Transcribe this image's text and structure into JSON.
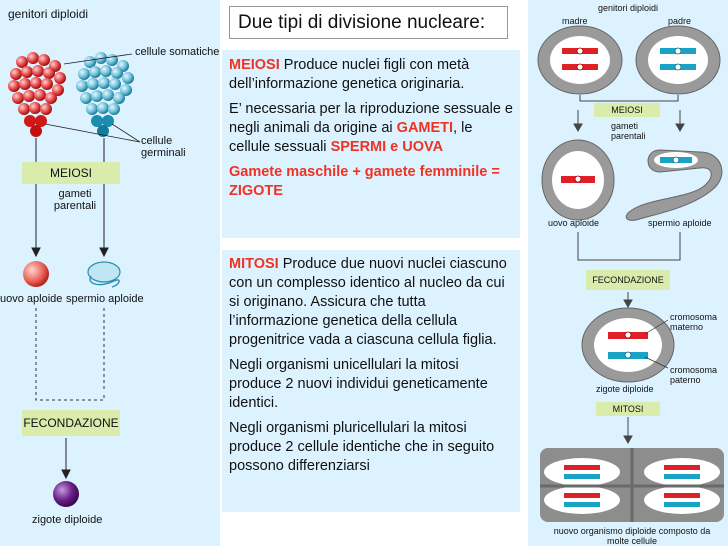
{
  "slide": {
    "title": "Due tipi di divisione nucleare:",
    "meiosi_box": {
      "heading": "MEIOSI",
      "line1": "Produce nuclei figli con metà dell’informazione genetica originaria.",
      "line2_a": "E’ necessaria per la riproduzione sessuale e negli animali da origine ai",
      "gameti": "GAMETI",
      "line2_b": ", le cellule sessuali",
      "spermi": "SPERMI e UOVA",
      "zigote_line": "Gamete maschile + gamete femminile = ZIGOTE"
    },
    "mitosi_box": {
      "heading": "MITOSI",
      "line1": "Produce due nuovi nuclei ciascuno con un complesso identico al nucleo da cui si originano. Assicura che tutta l’informazione genetica della cellula progenitrice vada a ciascuna cellula figlia.",
      "line2": "Negli organismi unicellulari la mitosi produce 2 nuovi individui geneticamente identici.",
      "line3": "Negli organismi pluricellulari la mitosi produce 2 cellule identiche che in seguito possono differenziarsi"
    }
  },
  "left_diagram": {
    "genitori": "genitori diploidi",
    "somatiche": "cellule somatiche",
    "germinali": "cellule germinali",
    "meiosi": "MEIOSI",
    "gameti": "gameti parentali",
    "uovo": "uovo aploide",
    "spermio": "spermio aploide",
    "fecondazione": "FECONDAZIONE",
    "zigote": "zigote diploide"
  },
  "right_diagram": {
    "genitori": "genitori diploidi",
    "madre": "madre",
    "padre": "padre",
    "meiosi": "MEIOSI",
    "gameti": "gameti parentali",
    "uovo": "uovo aploide",
    "spermio": "spermio aploide",
    "fecondazione": "FECONDAZIONE",
    "crom_materno": "cromosoma materno",
    "crom_paterno": "cromosoma paterno",
    "zigote": "zigote diploide",
    "mitosi": "MITOSI",
    "nuovo": "nuovo organismo diploide composto da molte cellule"
  },
  "colors": {
    "panel": "#ddf2ff",
    "keyword": "#ee3323",
    "green_box": "#d9ecac",
    "red": "#e02027",
    "blue": "#1ba3c6"
  }
}
